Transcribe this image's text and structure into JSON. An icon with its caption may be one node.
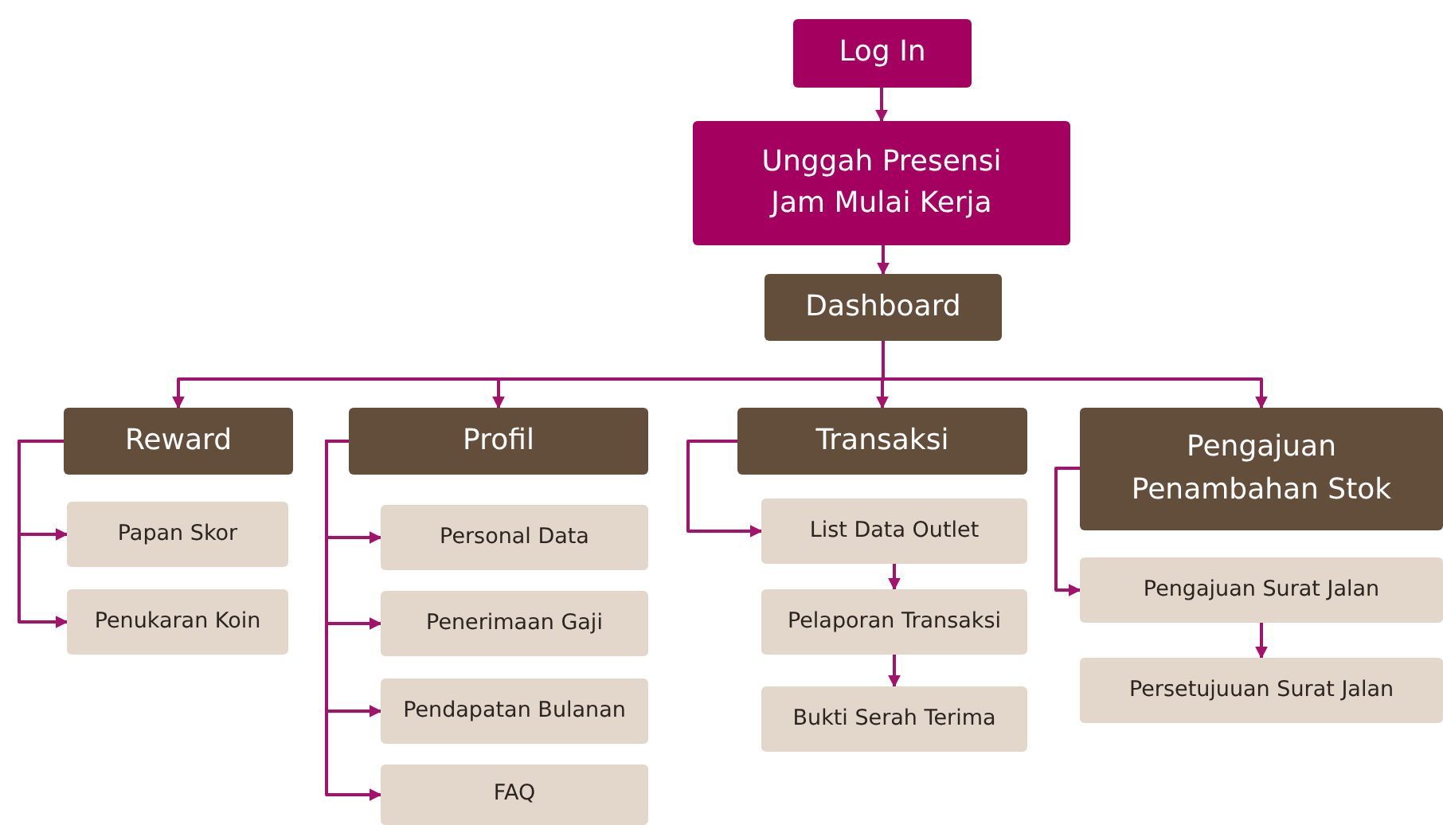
{
  "diagram": {
    "nodes": [
      {
        "text": [
          "Log In"
        ]
      },
      {
        "text": [
          "Unggah Presensi Jam Mulai Kerja"
        ]
      },
      {
        "text": [
          "Dashboard"
        ]
      },
      {
        "text": [
          "Reward"
        ]
      },
      {
        "text": [
          "Papan Skor"
        ]
      },
      {
        "text": [
          "Penukaran Koin"
        ]
      },
      {
        "text": [
          "Profil"
        ]
      },
      {
        "text": [
          "Personal Data"
        ]
      },
      {
        "text": [
          "Penerimaan Gaji"
        ]
      },
      {
        "text": [
          "Pendapatan Bulanan"
        ]
      },
      {
        "text": [
          "FAQ"
        ]
      },
      {
        "text": [
          "Transaksi"
        ]
      },
      {
        "text": [
          "List Data Outlet"
        ]
      },
      {
        "text": [
          "Pelaporan Transaksi"
        ]
      },
      {
        "text": [
          "Bukti Serah Terima"
        ]
      },
      {
        "text": [
          "Pengajuan Penambahan Stok"
        ]
      },
      {
        "text": [
          "Pengajuan Surat Jalan"
        ]
      },
      {
        "text": [
          "Persetujuuan Surat Jalan"
        ]
      }
    ],
    "edges": [
      {
        "from": 0,
        "to": 1,
        "arrow": "to"
      },
      {
        "from": 1,
        "to": 2,
        "arrow": "to"
      },
      {
        "from": 2,
        "to": 3,
        "arrow": "to"
      },
      {
        "from": 2,
        "to": 6,
        "arrow": "to"
      },
      {
        "from": 2,
        "to": 11,
        "arrow": "to"
      },
      {
        "from": 2,
        "to": 15,
        "arrow": "to"
      },
      {
        "from": 3,
        "to": 4,
        "arrow": "to"
      },
      {
        "from": 3,
        "to": 5,
        "arrow": "to"
      },
      {
        "from": 6,
        "to": 7,
        "arrow": "to"
      },
      {
        "from": 6,
        "to": 8,
        "arrow": "to"
      },
      {
        "from": 6,
        "to": 9,
        "arrow": "to"
      },
      {
        "from": 6,
        "to": 10,
        "arrow": "to"
      },
      {
        "from": 11,
        "to": 12,
        "arrow": "to"
      },
      {
        "from": 12,
        "to": 13,
        "arrow": "to"
      },
      {
        "from": 13,
        "to": 14,
        "arrow": "to"
      },
      {
        "from": 15,
        "to": 16,
        "arrow": "to"
      },
      {
        "from": 16,
        "to": 17,
        "arrow": "to"
      }
    ]
  }
}
